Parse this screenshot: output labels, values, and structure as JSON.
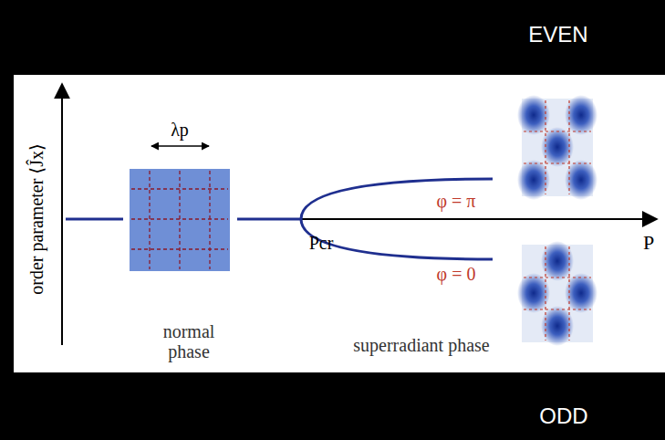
{
  "diagram": {
    "labels": [
      "EVEN",
      "order parameter ⟨Ĵx⟩",
      "λp",
      "Pcr",
      "P",
      "φ = π",
      "φ = 0",
      "normal phase",
      "superradiant phase",
      "ODD"
    ]
  }
}
